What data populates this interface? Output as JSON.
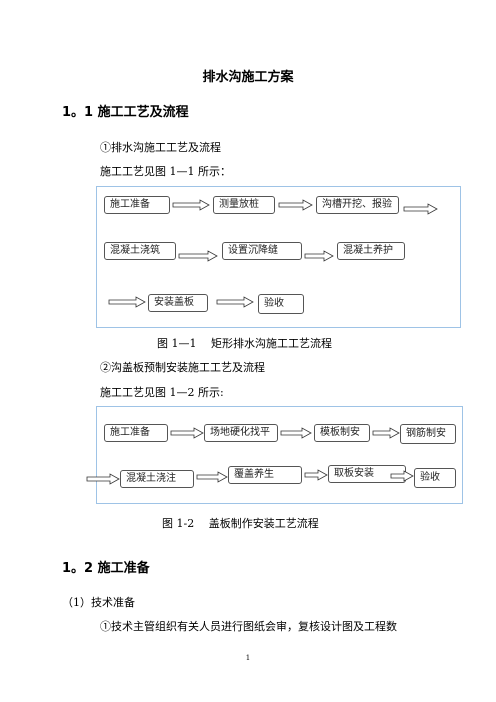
{
  "title": "排水沟施工方案",
  "section1": {
    "heading": "1。1 施工工艺及流程",
    "item1": "①排水沟施工工艺及流程",
    "item1_desc": "施工工艺见图 1—1 所示：",
    "flow1": {
      "row1": [
        "施工准备",
        "测量放桩",
        "沟槽开挖、报验"
      ],
      "row2": [
        "混凝土浇筑",
        "设置沉降缝",
        "混凝土养护"
      ],
      "row3": [
        "安装盖板",
        "验收"
      ]
    },
    "caption1": "图 1—1　 矩形排水沟施工工艺流程",
    "item2": "②沟盖板预制安装施工工艺及流程",
    "item2_desc": "施工工艺见图 1—2 所示:",
    "flow2": {
      "row1": [
        "施工准备",
        "场地硬化找平",
        "模板制安",
        "钢筋制安"
      ],
      "row2": [
        "混凝土浇注",
        "覆盖养生",
        "取板安装",
        "验收"
      ]
    },
    "caption2": "图 1-2　 盖板制作安装工艺流程"
  },
  "section2": {
    "heading": "1。2 施工准备",
    "sub1": "（1）技术准备",
    "sub1_item1": "①技术主管组织有关人员进行图纸会审，复核设计图及工程数"
  },
  "page_number": "1"
}
